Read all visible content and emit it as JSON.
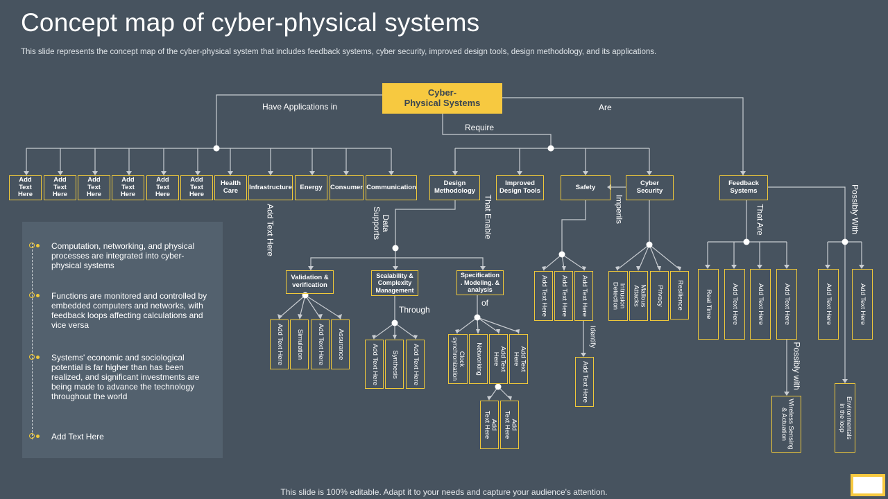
{
  "header": {
    "title": "Concept map of cyber-physical systems",
    "subtitle": "This slide represents the concept map of the cyber-physical system that includes feedback systems, cyber security, improved design tools, design methodology, and its applications."
  },
  "map": {
    "root": "Cyber-\nPhysical Systems",
    "edge_labels": {
      "have_applications_in": "Have Applications in",
      "are": "Are",
      "require": "Require",
      "add_text_here": "Add Text Here",
      "data_supports": "Data\nSupports",
      "that_enable": "That Enable",
      "imperils": "Imperils",
      "that_are": "That Are",
      "possibly_with": "Possibly With",
      "through": "Through",
      "of": "of",
      "identify": "Identify",
      "possibly_with_2": "Possibly with"
    },
    "applications": [
      "Add\nText\nHere",
      "Add\nText\nHere",
      "Add\nText\nHere",
      "Add\nText\nHere",
      "Add\nText\nHere",
      "Add\nText\nHere",
      "Health\nCare",
      "Infrastructure",
      "Energy",
      "Consumer",
      "Communication"
    ],
    "requirements": {
      "design_methodology": "Design\nMethodology",
      "improved_design_tools": "Improved\nDesign Tools",
      "safety": "Safety",
      "cyber_security": "Cyber\nSecurity"
    },
    "feedback_systems": "Feedback\nSystems",
    "design_children": {
      "validation": "Validation &\nverification",
      "scalability": "Scalability &\nComplexity\nManagement",
      "specification": "Specification\n. Modeling. &\nanalysis"
    },
    "validation_leaves": [
      "Add Text Here",
      "Simulation",
      "Add Text Here",
      "Assurance"
    ],
    "scalability_leaves": [
      "Add Text Here",
      "Synthesis",
      "Add Text Here"
    ],
    "specification_leaves": [
      "Clock\nsynchronization",
      "Networking",
      "Add Text\nHere",
      "Add Text\nHere"
    ],
    "specification_sub_leaves": [
      "Add\nText Here",
      "Add\nText Here"
    ],
    "safety_leaves": [
      "Add Text Here",
      "Add Text Here",
      "Add Text Here"
    ],
    "safety_identify_leaf": "Add Text Here",
    "security_leaves": [
      "Intrusion\nDetection",
      "Mallous\nAttacks",
      "Privacy",
      "Resilience"
    ],
    "feedback_that_are_leaves": [
      "Real Time",
      "Add Text Here",
      "Add Text Here",
      "Add Text Here"
    ],
    "feedback_possibly_leaves": [
      "Add Text Here",
      "Add Text Here"
    ],
    "wireless": "Wireless Sensing\n& Actuation",
    "environmentals": "Environmentals\nin the loop"
  },
  "panel": {
    "bullets": [
      "Computation, networking, and physical processes are integrated into cyber-physical systems",
      "Functions are monitored and controlled by embedded computers and networks, with feedback loops affecting calculations and vice versa",
      "Systems' economic and sociological potential is far higher than has been realized, and significant investments are being made to advance the technology throughout the world",
      "Add Text Here"
    ]
  },
  "footer": {
    "text": "This slide is 100% editable. Adapt it to your needs and capture your audience's attention."
  },
  "colors": {
    "background": "#47535f",
    "accent": "#f7c940",
    "panel": "#53616e",
    "connector": "#c9cdd2"
  }
}
